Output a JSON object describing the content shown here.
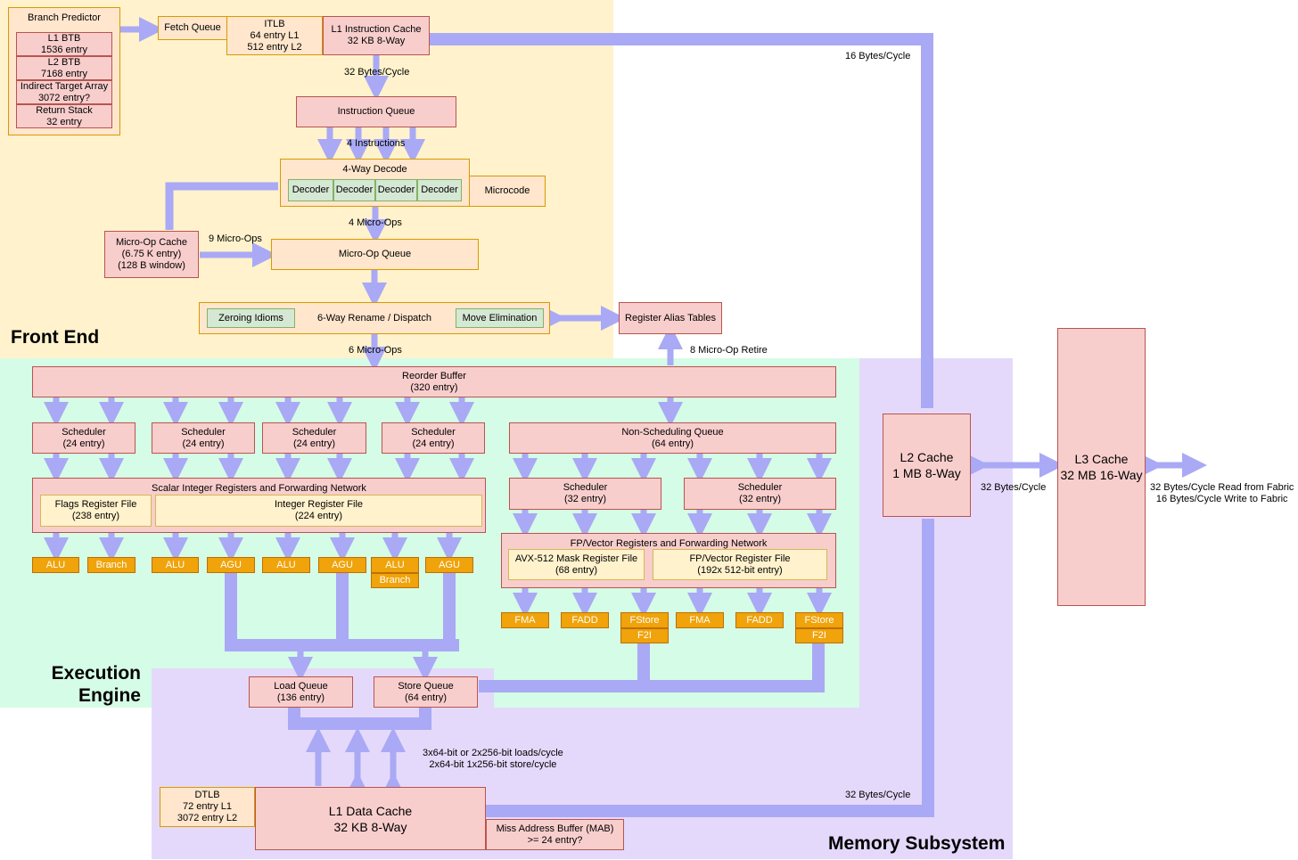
{
  "regions": {
    "front_end": "Front End",
    "execution_engine": [
      "Execution",
      "Engine"
    ],
    "memory_subsystem": "Memory Subsystem"
  },
  "front_end": {
    "branch_predictor": {
      "title": "Branch Predictor",
      "entries": [
        [
          "L1 BTB",
          "1536 entry"
        ],
        [
          "L2 BTB",
          "7168 entry"
        ],
        [
          "Indirect Target Array",
          "3072 entry?"
        ],
        [
          "Return Stack",
          "32 entry"
        ]
      ]
    },
    "fetch_queue": "Fetch Queue",
    "itlb": [
      "ITLB",
      "64 entry L1",
      "512 entry L2"
    ],
    "l1_icache": [
      "L1 Instruction Cache",
      "32 KB 8-Way"
    ],
    "icache_bandwidth": "32 Bytes/Cycle",
    "instruction_queue": "Instruction Queue",
    "four_instructions": "4 Instructions",
    "decode": {
      "title": "4-Way Decode",
      "decoders": [
        "Decoder",
        "Decoder",
        "Decoder",
        "Decoder"
      ],
      "microcode": "Microcode"
    },
    "four_micro_ops": "4 Micro-Ops",
    "uop_cache": [
      "Micro-Op Cache",
      "(6.75 K entry)",
      "(128 B window)"
    ],
    "nine_micro_ops": "9 Micro-Ops",
    "micro_op_queue": "Micro-Op Queue",
    "rename": {
      "zeroing": "Zeroing Idioms",
      "title": "6-Way Rename / Dispatch",
      "move_elim": "Move Elimination"
    },
    "register_alias_tables": "Register Alias Tables",
    "six_micro_ops": "6 Micro-Ops",
    "retire": "8 Micro-Op Retire"
  },
  "execution": {
    "rob": [
      "Reorder Buffer",
      "(320 entry)"
    ],
    "int_schedulers": [
      [
        "Scheduler",
        "(24 entry)"
      ],
      [
        "Scheduler",
        "(24 entry)"
      ],
      [
        "Scheduler",
        "(24 entry)"
      ],
      [
        "Scheduler",
        "(24 entry)"
      ]
    ],
    "non_sched_queue": [
      "Non-Scheduling Queue",
      "(64 entry)"
    ],
    "fp_schedulers": [
      [
        "Scheduler",
        "(32 entry)"
      ],
      [
        "Scheduler",
        "(32 entry)"
      ]
    ],
    "int_regs": {
      "title": "Scalar Integer Registers and Forwarding Network",
      "flags": [
        "Flags Register File",
        "(238 entry)"
      ],
      "int_file": [
        "Integer Register File",
        "(224 entry)"
      ]
    },
    "fp_regs": {
      "title": "FP/Vector Registers and Forwarding Network",
      "mask": [
        "AVX-512 Mask Register File",
        "(68 entry)"
      ],
      "vec_file": [
        "FP/Vector Register File",
        "(192x 512-bit entry)"
      ]
    },
    "int_units": [
      "ALU",
      "Branch",
      "ALU",
      "AGU",
      "ALU",
      "AGU",
      "ALU",
      "AGU"
    ],
    "extra_branch": "Branch",
    "fp_units": [
      "FMA",
      "FADD",
      "FStore",
      "FMA",
      "FADD",
      "FStore"
    ],
    "f2i": [
      "F2I",
      "F2I"
    ]
  },
  "memory": {
    "load_queue": [
      "Load Queue",
      "(136 entry)"
    ],
    "store_queue": [
      "Store Queue",
      "(64 entry)"
    ],
    "load_store_bw": [
      "3x64-bit or 2x256-bit loads/cycle",
      "2x64-bit 1x256-bit  store/cycle"
    ],
    "dtlb": [
      "DTLB",
      "72 entry L1",
      "3072 entry L2"
    ],
    "l1_dcache": [
      "L1 Data Cache",
      "32 KB 8-Way"
    ],
    "mab": [
      "Miss Address Buffer (MAB)",
      ">= 24 entry?"
    ],
    "l2": [
      "L2 Cache",
      "1 MB 8-Way"
    ],
    "l3": [
      "L3 Cache",
      "32 MB 16-Way"
    ],
    "l2_l3_bw": "32 Bytes/Cycle",
    "l2_icache_bw": "16 Bytes/Cycle",
    "l2_dcache_bw": "32 Bytes/Cycle",
    "fabric": [
      "32 Bytes/Cycle Read from Fabric",
      "16 Bytes/Cycle Write to Fabric"
    ]
  },
  "colors": {
    "front_end_bg": "#fff2cc",
    "execution_bg": "#d5fce6",
    "memory_bg": "#e5d9fb",
    "arrow": "#a9a9f5"
  }
}
